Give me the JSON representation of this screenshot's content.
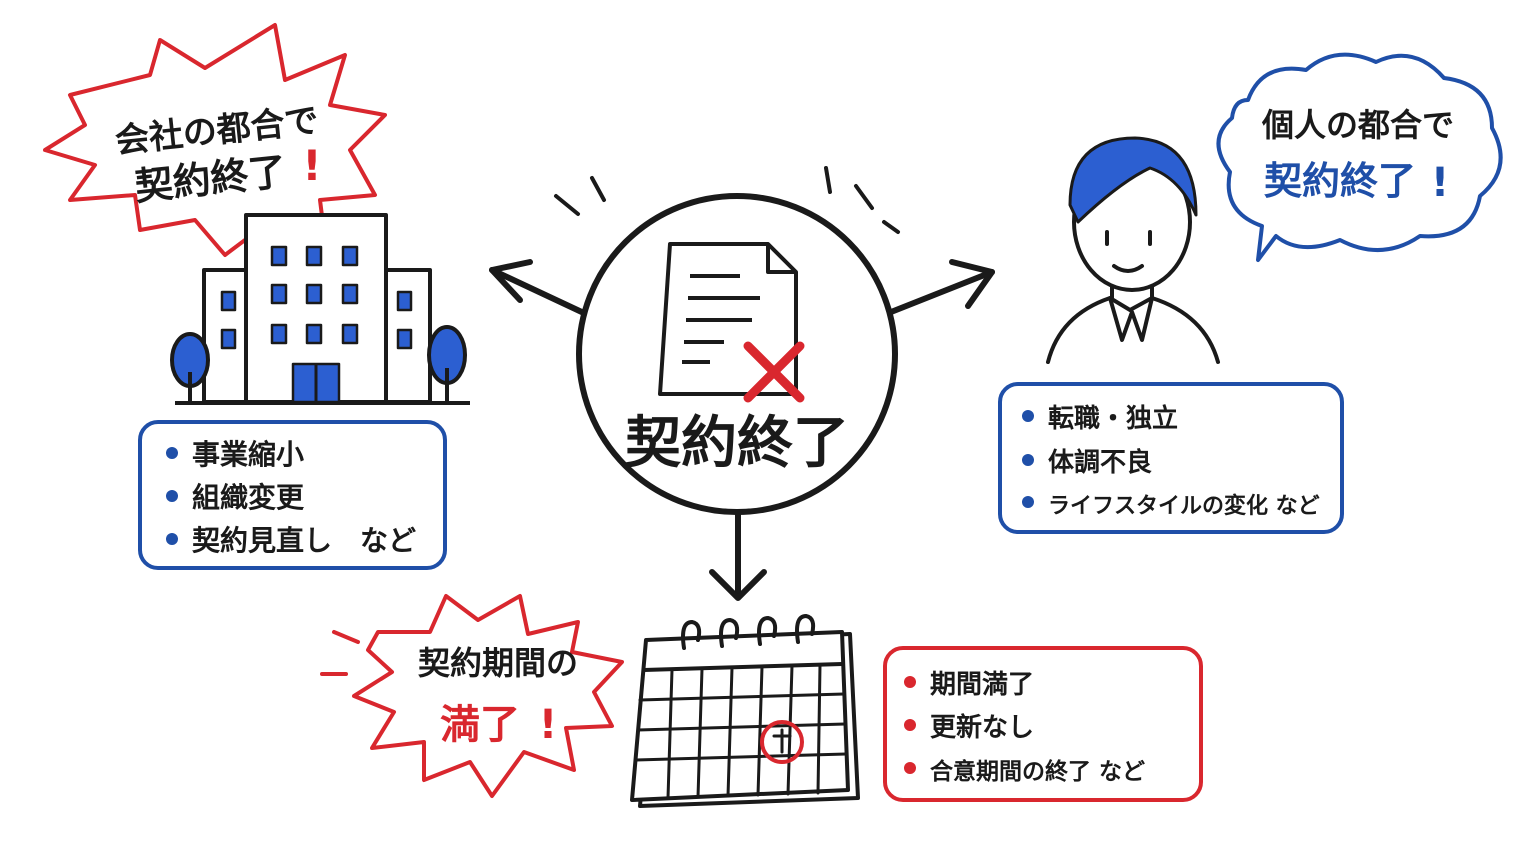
{
  "colors": {
    "ink": "#1a1a1a",
    "red": "#d9272e",
    "blue": "#1f4fa8",
    "blue_fill": "#2c5fd1",
    "white": "#ffffff"
  },
  "center": {
    "title": "契約終了",
    "icons": [
      "document-icon",
      "x-mark-icon"
    ]
  },
  "company": {
    "bubble_line1": "会社の都合で",
    "bubble_line2": "契約終了",
    "bubble_mark": "!",
    "icon": "office-building-icon",
    "list": [
      "事業縮小",
      "組織変更",
      "契約見直し　など"
    ]
  },
  "personal": {
    "bubble_line1": "個人の都合で",
    "bubble_line2": "契約終了",
    "bubble_mark": "!",
    "icon": "person-icon",
    "list": [
      "転職・独立",
      "体調不良",
      "ライフスタイルの変化 など"
    ]
  },
  "period": {
    "bubble_line1": "契約期間の",
    "bubble_line2": "満了",
    "bubble_mark": "!",
    "icon": "calendar-icon",
    "list": [
      "期間満了",
      "更新なし",
      "合意期間の終了 など"
    ]
  }
}
